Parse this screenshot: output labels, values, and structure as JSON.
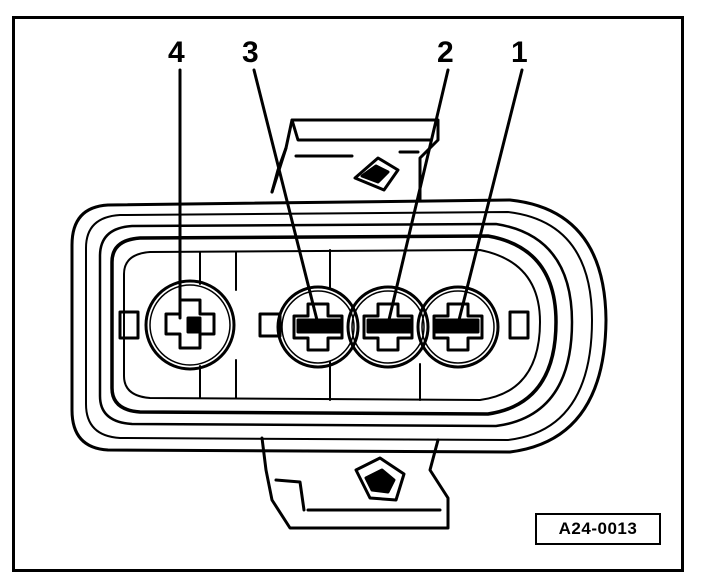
{
  "figure": {
    "pin_labels": [
      "4",
      "3",
      "2",
      "1"
    ],
    "reference_code": "A24-0013"
  },
  "colors": {
    "ink": "#000000",
    "paper": "#ffffff"
  }
}
